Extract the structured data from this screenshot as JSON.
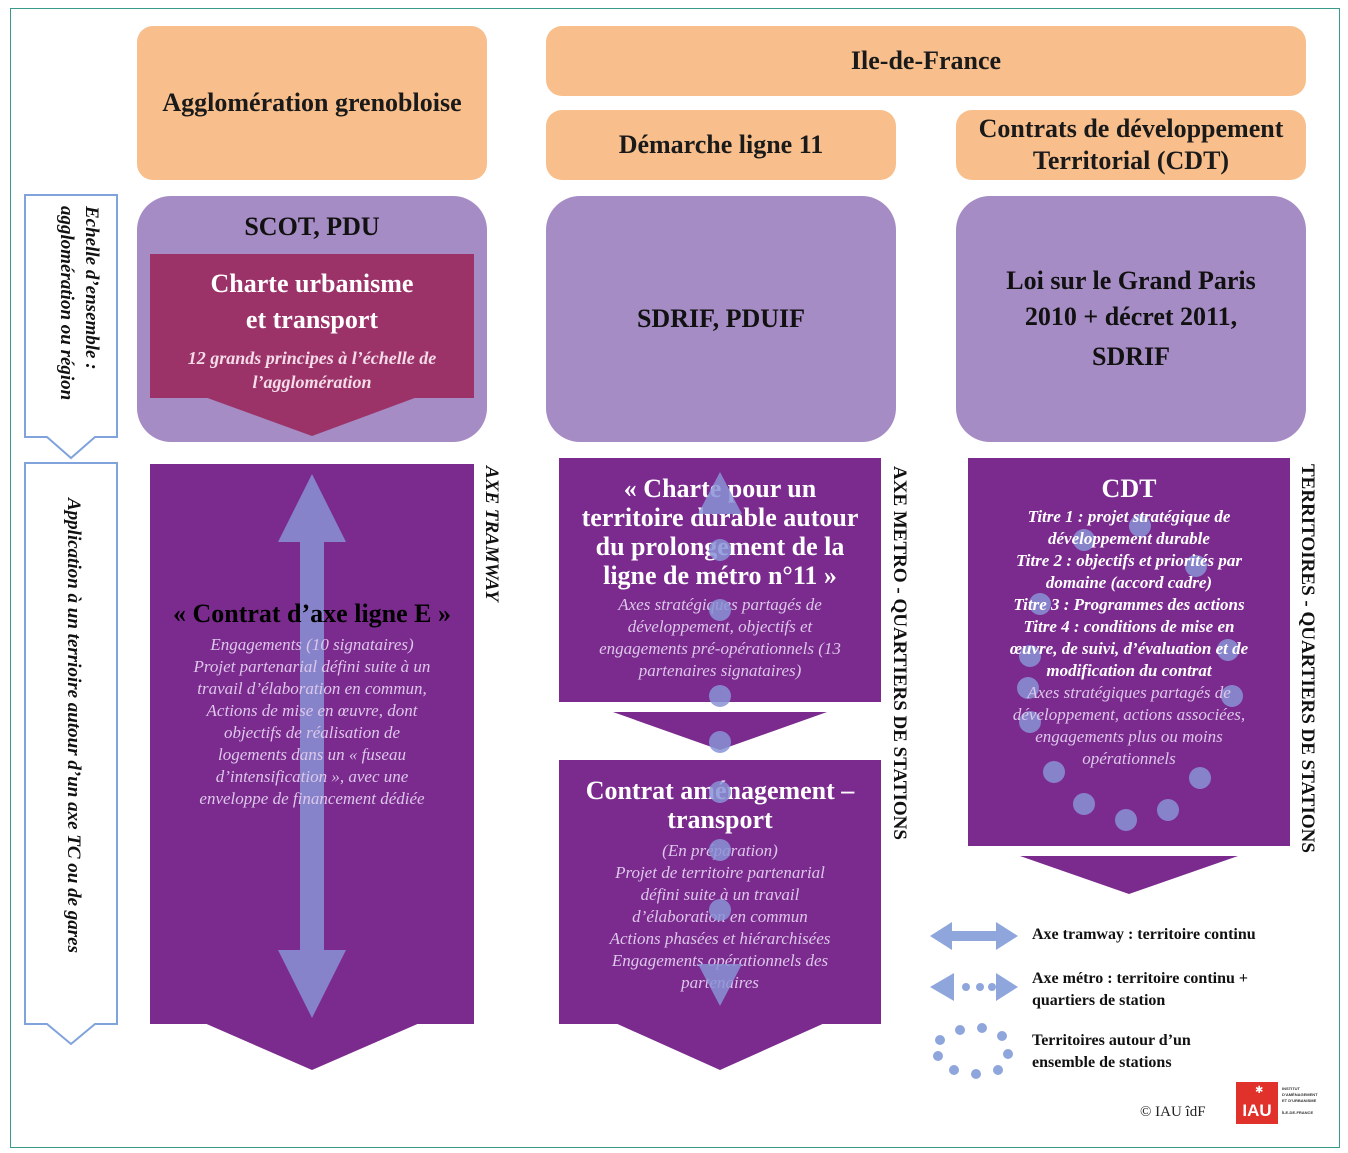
{
  "header": {
    "agglomeration": "Agglomération grenobloise",
    "idf": "Ile-de-France",
    "ligne11": "Démarche ligne 11",
    "cdt_header": "Contrats de développement Territorial (CDT)"
  },
  "scale_labels": {
    "top": "Echelle d’ensemble : agglomération ou région",
    "bottom": "Application à un terrioire autour d’un axe TC ou de gares"
  },
  "col1": {
    "top_title": "SCOT, PDU",
    "charte_title_1": "Charte urbanisme",
    "charte_title_2": "et transport",
    "charte_desc": "12 grands principes à l’échelle de l’agglomération",
    "contrat_title": "« Contrat d’axe ligne E »",
    "contrat_lines": [
      "Engagements (10 signataires)",
      "Projet partenarial défini suite à un",
      "travail d’élaboration en commun,",
      "Actions de mise en œuvre, dont",
      "objectifs de réalisation de",
      "logements dans un « fuseau",
      "d’intensification », avec une",
      "enveloppe de financement dédiée"
    ],
    "axis_label": "AXE TRAMWAY"
  },
  "col2": {
    "top_title": "SDRIF, PDUIF",
    "charte_title_lines": [
      "« Charte pour un",
      "territoire durable autour",
      "du prolongement de la",
      "ligne de métro n°11 »"
    ],
    "charte_lines": [
      "Axes stratégiques partagés de",
      "développement, objectifs et",
      "engagements pré-opérationnels (13",
      "partenaires signataires)"
    ],
    "contrat_title_lines": [
      "Contrat aménagement –",
      "transport"
    ],
    "contrat_lines": [
      "(En préparation)",
      "Projet de territoire partenarial",
      "défini suite à un travail",
      "d’élaboration en commun",
      "Actions phasées et hiérarchisées",
      "Engagements opérationnels des",
      "partenaires"
    ],
    "axis_label": "AXE METRO - QUARTIERS DE STATIONS"
  },
  "col3": {
    "top_lines": [
      "Loi sur le Grand Paris",
      "2010 + décret 2011,",
      "SDRIF"
    ],
    "cdt_title": "CDT",
    "cdt_bold_lines": [
      "Titre 1 : projet stratégique de",
      "développement durable",
      "Titre 2 : objectifs et priorités par",
      "domaine (accord cadre)",
      "Titre 3 : Programmes des actions",
      "Titre 4 : conditions de mise en",
      "œuvre, de suivi, d’évaluation et de",
      "modification du contrat"
    ],
    "cdt_lines": [
      "Axes stratégiques partagés de",
      "développement, actions associées,",
      "engagements plus ou moins",
      "opérationnels"
    ],
    "axis_label": "TERRITOIRES - QUARTIERS DE STATIONS"
  },
  "legend": {
    "item1": "Axe tramway : territoire continu",
    "item2_lines": [
      "Axe métro : territoire continu +",
      "quartiers de station"
    ],
    "item3_lines": [
      "Territoires autour d’un",
      "ensemble de stations"
    ]
  },
  "footer": {
    "copyright": "© IAU îdF",
    "logo_text": "IAU",
    "logo_sub_lines": [
      "INSTITUT",
      "D'AMÉNAGEMENT",
      "ET D'URBANISME",
      "ÎLE-DE-FRANCE"
    ]
  },
  "colors": {
    "orange": "#f8bf8c",
    "lavender": "#a68cc4",
    "purple": "#7b2a8e",
    "crimson": "#9b3368",
    "arrow_blue": "#8fa6dc",
    "logo_red": "#e0312b"
  }
}
